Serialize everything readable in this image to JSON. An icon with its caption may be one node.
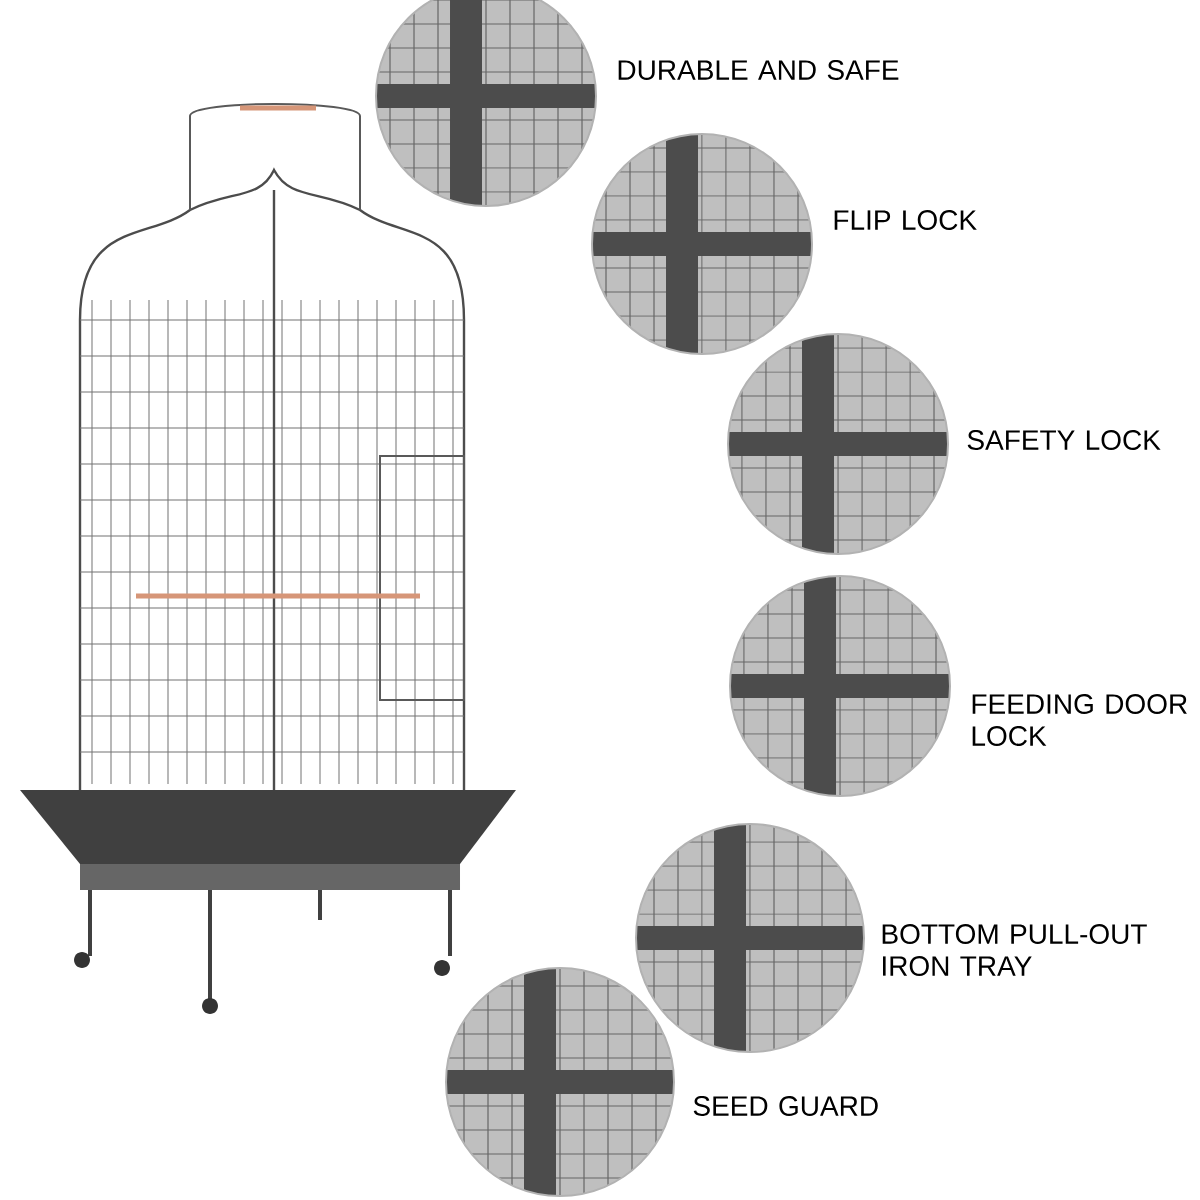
{
  "diagram": {
    "nodes": [
      {
        "text": [],
        "shape": "picture",
        "beside": [
          "DURABLE AND SAFE"
        ]
      },
      {
        "text": [],
        "shape": "picture",
        "beside": [
          "FLIP LOCK"
        ]
      },
      {
        "text": [],
        "shape": "picture",
        "beside": [
          "SAFETY LOCK"
        ]
      },
      {
        "text": [],
        "shape": "picture",
        "beside": [
          "FEEDING DOOR LOCK"
        ]
      },
      {
        "text": [],
        "shape": "picture",
        "beside": [
          "BOTTOM PULL-OUT IRON TRAY"
        ]
      },
      {
        "text": [],
        "shape": "picture",
        "beside": [
          "SEED GUARD"
        ]
      }
    ]
  }
}
